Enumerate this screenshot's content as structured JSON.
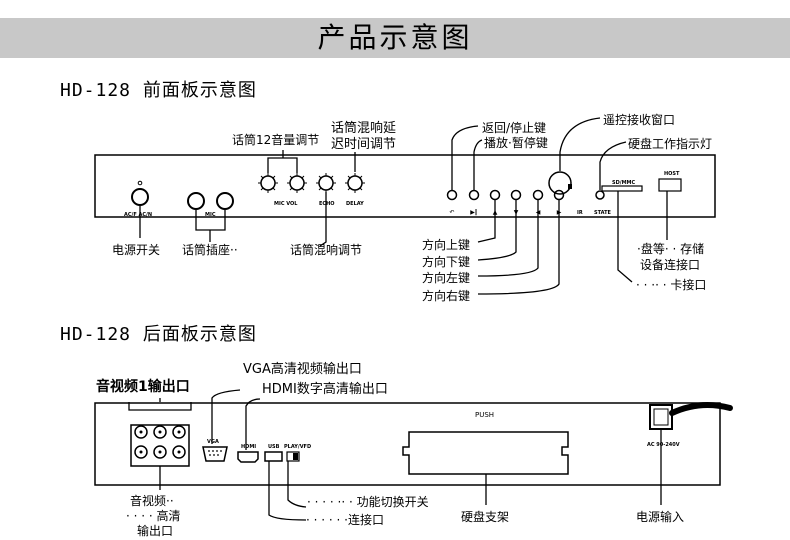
{
  "title": "产品示意图",
  "front": {
    "section_title": "HD-128 前面板示意图",
    "labels": {
      "mic_volume": "话筒12音量调节",
      "mic_echo_delay_line1": "话筒混响延",
      "mic_echo_delay_line2": "迟时间调节",
      "return_stop": "返回/停止键",
      "play_pause": "播放·暂停键",
      "remote_window": "遥控接收窗口",
      "hdd_indicator": "硬盘工作指示灯",
      "power_switch": "电源开关",
      "mic_jacks": "话筒插座··",
      "mic_echo": "话筒混响调节",
      "up_key": "方向上键",
      "down_key": "方向下键",
      "left_key": "方向左键",
      "right_key": "方向右键",
      "usb_storage_line1": "·盘等· · 存储",
      "usb_storage_line2": "设备连接口",
      "card_port": "· · ·· · 卡接口"
    },
    "panel_marks": {
      "power": "AC/F AC/N",
      "mic": "MIC",
      "mic_vol": "MIC VOL",
      "echo": "ECHO",
      "delay": "DELAY",
      "ir": "IR",
      "state": "STATE",
      "sdmmc": "SD/MMC",
      "host": "HOST"
    }
  },
  "rear": {
    "section_title": "HD-128 后面板示意图",
    "labels": {
      "av1_output": "音视频1输出口",
      "vga_output": "VGA高清视频输出口",
      "hdmi_output": "HDMI数字高清输出口",
      "av_hd_line1": "音视频··",
      "av_hd_line2": "· · · · 高清",
      "av_hd_line3": "输出口",
      "function_switch": "· · · · ·· · 功能切换开关",
      "usb_port": "· · · · · ·连接口",
      "hdd_bracket": "硬盘支架",
      "power_input": "电源输入"
    },
    "panel_marks": {
      "push": "PUSH",
      "vga": "VGA",
      "hdmi": "HDMI",
      "usb": "USB",
      "play_vfd": "PLAY/VFD",
      "ac": "AC 90-240V"
    }
  }
}
